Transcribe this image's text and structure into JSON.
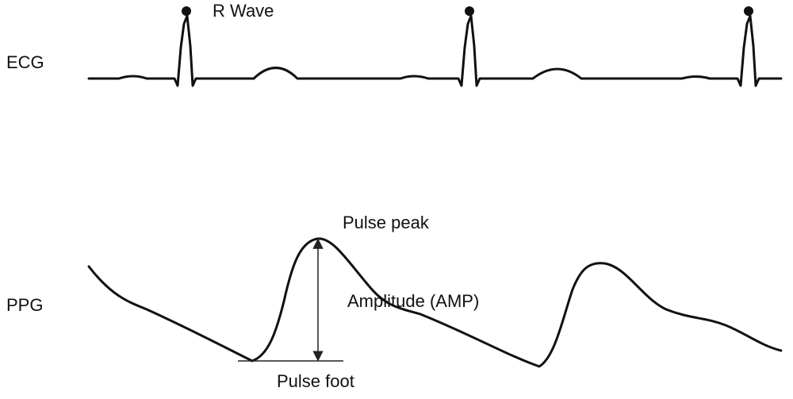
{
  "labels": {
    "ecg": "ECG",
    "ppg": "PPG",
    "r_wave": "R Wave",
    "pulse_peak": "Pulse peak",
    "amplitude": "Amplitude (AMP)",
    "pulse_foot": "Pulse foot"
  },
  "colors": {
    "trace": "#111111",
    "background": "#ffffff"
  }
}
